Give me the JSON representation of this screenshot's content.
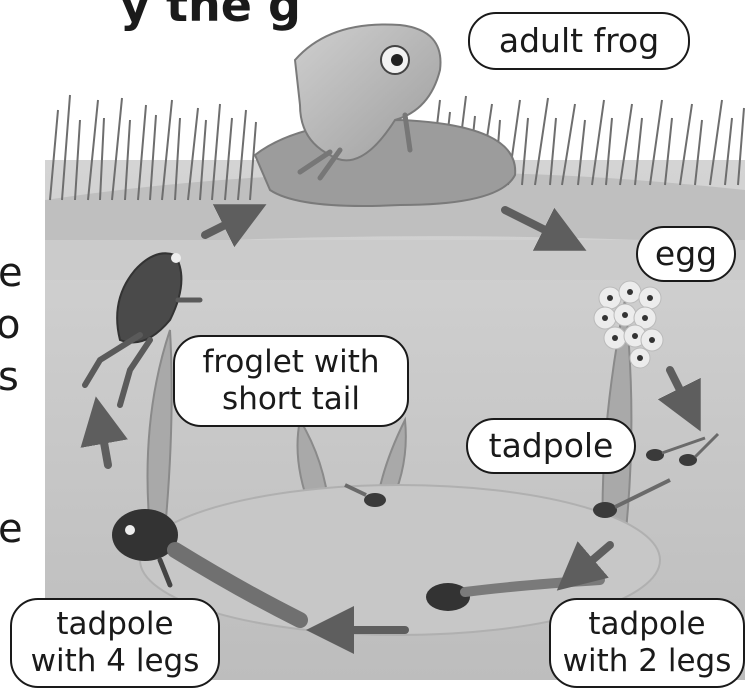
{
  "title_fragment": "y  the  g",
  "side_text_fragments": [
    "e",
    "o",
    "s",
    "e"
  ],
  "labels": {
    "adult_frog": "adult frog",
    "egg": "egg",
    "tadpole": "tadpole",
    "tadpole_2_legs": [
      "tadpole",
      "with 2 legs"
    ],
    "tadpole_4_legs": [
      "tadpole",
      "with 4 legs"
    ],
    "froglet": [
      "froglet with",
      "short tail"
    ]
  },
  "stages": [
    "adult frog",
    "egg",
    "tadpole",
    "tadpole with 2 legs",
    "tadpole with 4 legs",
    "froglet with short tail"
  ]
}
